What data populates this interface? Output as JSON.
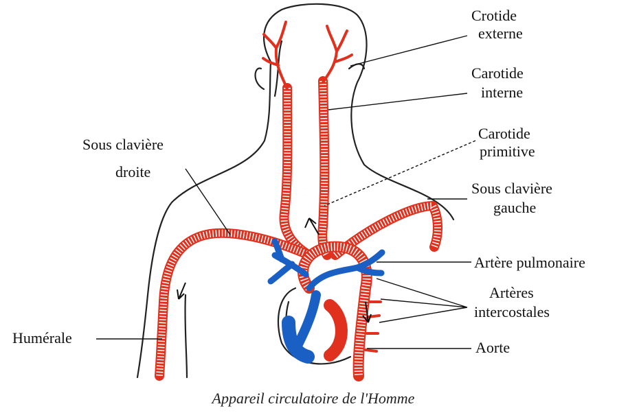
{
  "labels": {
    "crotide_externe": [
      "Crotide",
      "externe"
    ],
    "carotide_interne": [
      "Carotide",
      "interne"
    ],
    "carotide_primitive": [
      "Carotide",
      "primitive"
    ],
    "sous_claviere_droite": [
      "Sous clavière",
      "droite"
    ],
    "sous_claviere_gauche": [
      "Sous clavière",
      "gauche"
    ],
    "artere_pulmonaire": "Artère pulmonaire",
    "arteres_intercostales": [
      "Artères",
      "intercostales"
    ],
    "aorte": "Aorte",
    "humerale": "Humérale"
  },
  "caption": "Appareil circulatoire de l'Homme",
  "colors": {
    "artery": "#e0301e",
    "vein": "#1a5fc4",
    "outline": "#222222"
  }
}
